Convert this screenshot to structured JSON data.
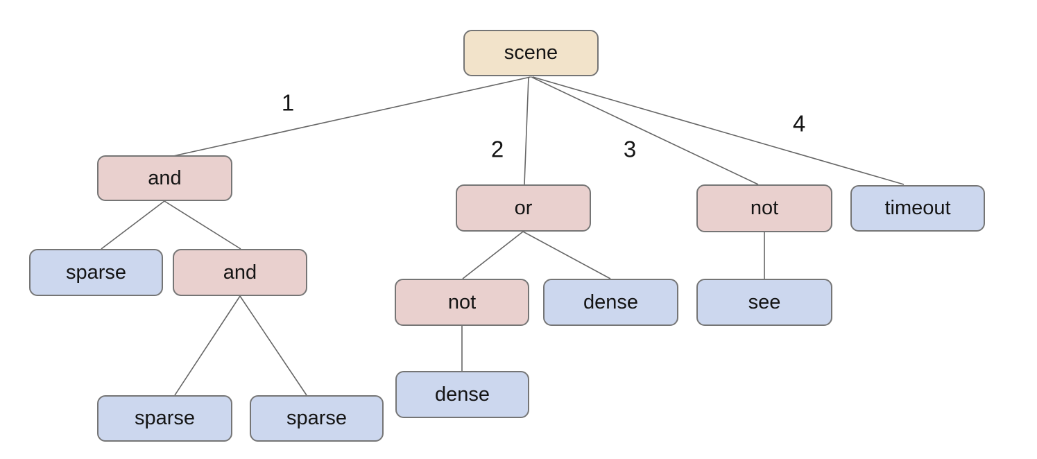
{
  "diagram": {
    "type": "tree",
    "nodes": {
      "scene": {
        "label": "scene",
        "kind": "root"
      },
      "and1": {
        "label": "and",
        "kind": "operator"
      },
      "or1": {
        "label": "or",
        "kind": "operator"
      },
      "not1": {
        "label": "not",
        "kind": "operator"
      },
      "timeout1": {
        "label": "timeout",
        "kind": "leaf"
      },
      "sparse1": {
        "label": "sparse",
        "kind": "leaf"
      },
      "and2": {
        "label": "and",
        "kind": "operator"
      },
      "not2": {
        "label": "not",
        "kind": "operator"
      },
      "dense1": {
        "label": "dense",
        "kind": "leaf"
      },
      "see1": {
        "label": "see",
        "kind": "leaf"
      },
      "dense2": {
        "label": "dense",
        "kind": "leaf"
      },
      "sparse2": {
        "label": "sparse",
        "kind": "leaf"
      },
      "sparse3": {
        "label": "sparse",
        "kind": "leaf"
      }
    },
    "edge_labels": {
      "e1": "1",
      "e2": "2",
      "e3": "3",
      "e4": "4"
    },
    "edges": [
      {
        "from": "scene",
        "to": "and1",
        "label": "1"
      },
      {
        "from": "scene",
        "to": "or1",
        "label": "2"
      },
      {
        "from": "scene",
        "to": "not1",
        "label": "3"
      },
      {
        "from": "scene",
        "to": "timeout1",
        "label": "4"
      },
      {
        "from": "and1",
        "to": "sparse1",
        "label": ""
      },
      {
        "from": "and1",
        "to": "and2",
        "label": ""
      },
      {
        "from": "and2",
        "to": "sparse2",
        "label": ""
      },
      {
        "from": "and2",
        "to": "sparse3",
        "label": ""
      },
      {
        "from": "or1",
        "to": "not2",
        "label": ""
      },
      {
        "from": "or1",
        "to": "dense1",
        "label": ""
      },
      {
        "from": "not2",
        "to": "dense2",
        "label": ""
      },
      {
        "from": "not1",
        "to": "see1",
        "label": ""
      }
    ],
    "colors": {
      "root_fill": "#f2e3ca",
      "operator_fill": "#e9d0ce",
      "leaf_fill": "#ccd7ee",
      "node_border": "#757575",
      "edge_line": "#666666",
      "text": "#141414",
      "background": "#ffffff"
    }
  }
}
